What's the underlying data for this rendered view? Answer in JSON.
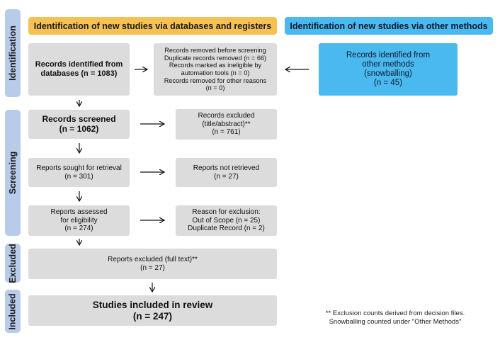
{
  "headers": {
    "databases": "Identification of new studies via databases and registers",
    "other": "Identification of new studies via other methods"
  },
  "phases": {
    "identification": "Identification",
    "screening": "Screening",
    "excluded": "Excluded",
    "included": "Included"
  },
  "identification": {
    "records_identified": {
      "line1": "Records identified from",
      "line2": "databases (n = 1083)"
    },
    "records_removed": {
      "line1": "Records removed before screening",
      "line2": "Duplicate records removed (n = 66)",
      "line3": "Records marked as ineligible by",
      "line4": "automation tools (n = 0)",
      "line5": "Records removed for other reasons",
      "line6": "(n = 0)"
    },
    "other_methods": {
      "line1": "Records identified from",
      "line2": "other methods",
      "line3": "(snowballing)",
      "line4": "(n = 45)"
    }
  },
  "screening": {
    "records_screened": {
      "line1": "Records screened",
      "line2": "(n = 1062)"
    },
    "records_excluded": {
      "line1": "Records excluded",
      "line2": "(title/abstract)**",
      "line3": "(n = 761)"
    },
    "reports_sought": {
      "line1": "Reports sought for retrieval",
      "line2": "(n = 301)"
    },
    "reports_not_retrieved": {
      "line1": "Reports not retrieved",
      "line2": "(n = 27)"
    },
    "reports_assessed": {
      "line1": "Reports assessed",
      "line2": "for eligibility",
      "line3": "(n = 274)"
    },
    "exclusion_reasons": {
      "line1": "Reason for exclusion:",
      "line2": "Out of Scope (n = 25)",
      "line3": "Duplicate Record (n = 2)"
    }
  },
  "excluded": {
    "line1": "Reports excluded (full text)**",
    "line2": "(n = 27)"
  },
  "included": {
    "line1": "Studies included in review",
    "line2": "(n = 247)"
  },
  "footnote": {
    "line1": "** Exclusion counts derived from decision files.",
    "line2": "Snowballing counted under \"Other Methods\""
  }
}
